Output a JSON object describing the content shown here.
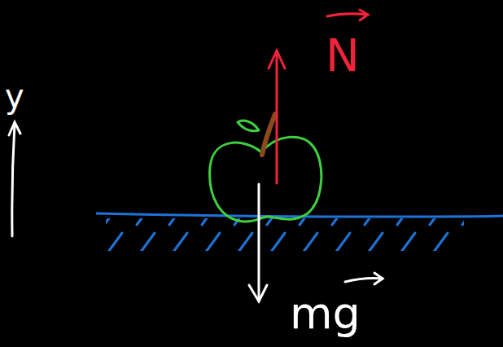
{
  "diagram": {
    "labels": [
      "y",
      "N",
      "mg"
    ]
  }
}
